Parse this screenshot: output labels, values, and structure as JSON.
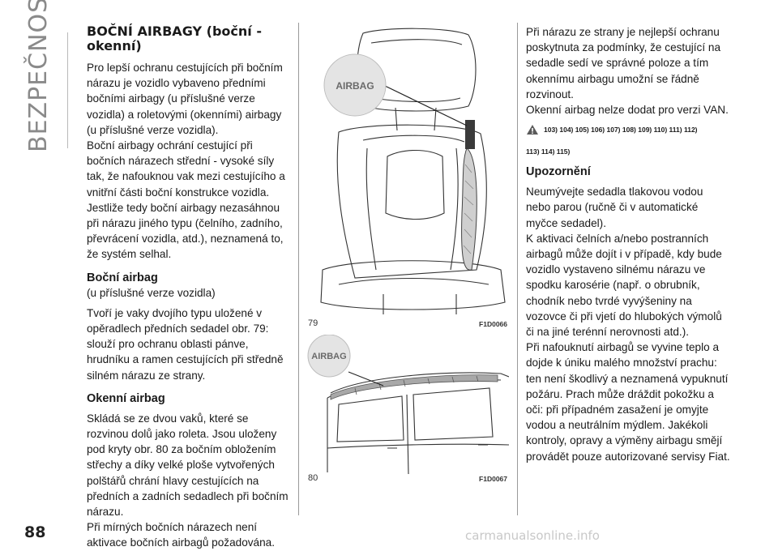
{
  "side_title": "BEZPEČNOST",
  "page_number": "88",
  "col1": {
    "heading": "BOČNÍ AIRBAGY (boční - okenní)",
    "p1": "Pro lepší ochranu cestujících při bočním nárazu je vozidlo vybaveno předními bočními airbagy (u příslušné verze vozidla) a roletovými (okenními) airbagy (u příslušné verze vozidla).",
    "p2": "Boční airbagy ochrání cestující při bočních nárazech střední - vysoké síly tak, že nafouknou vak mezi cestujícího a vnitřní části boční konstrukce vozidla.",
    "p3": "Jestliže tedy boční airbagy nezasáhnou při nárazu jiného typu (čelního, zadního, převrácení vozidla, atd.), neznamená to, že systém selhal.",
    "sub1_heading": "Boční airbag",
    "sub1_note": "(u příslušné verze vozidla)",
    "sub1_p": "Tvoří je vaky dvojího typu uložené v opěradlech předních sedadel obr. 79: slouží pro ochranu oblasti pánve, hrudníku a ramen cestujících při středně silném nárazu ze strany.",
    "sub2_heading": "Okenní airbag",
    "sub2_p1": "Skládá se ze dvou vaků, které se rozvinou dolů jako roleta. Jsou uloženy pod kryty obr. 80 za bočním obložením střechy a díky velké ploše vytvořených polštářů chrání hlavy cestujících na předních a zadních sedadlech při bočním nárazu.",
    "sub2_p2": "Při mírných bočních nárazech není aktivace bočních airbagů požadována."
  },
  "figures": {
    "fig79": {
      "number": "79",
      "code": "F1D0066",
      "label": "AIRBAG"
    },
    "fig80": {
      "number": "80",
      "code": "F1D0067",
      "label": "AIRBAG"
    }
  },
  "col3": {
    "p1": "Při nárazu ze strany je nejlepší ochranu poskytnuta za podmínky, že cestující na sedadle sedí ve správné poloze a tím okennímu airbagu umožní se řádně rozvinout.",
    "p2": "Okenní airbag nelze dodat pro verzi VAN.",
    "warning_refs_line1": "103) 104) 105) 106) 107) 108) 109) 110) 111) 112)",
    "warning_refs_line2": "113) 114) 115)",
    "heading": "Upozornění",
    "p3": "Neumývejte sedadla tlakovou vodou nebo parou (ručně či v automatické myčce sedadel).",
    "p4": "K aktivaci čelních a/nebo postranních airbagů může dojít i v případě, kdy bude vozidlo vystaveno silnému nárazu ve spodku karosérie (např. o obrubník, chodník nebo tvrdé vyvýšeniny na vozovce či při vjetí do hlubokých výmolů či na jiné terénní nerovnosti atd.).",
    "p5": "Při nafouknutí airbagů se vyvine teplo a dojde k úniku malého množství prachu: ten není škodlivý a neznamená vypuknutí požáru. Prach může dráždit pokožku a oči: při případném zasažení je omyjte vodou a neutrálním mýdlem. Jakékoli kontroly, opravy a výměny airbagu smějí provádět pouze autorizované servisy Fiat."
  },
  "watermark": "carmanualsonline.info"
}
